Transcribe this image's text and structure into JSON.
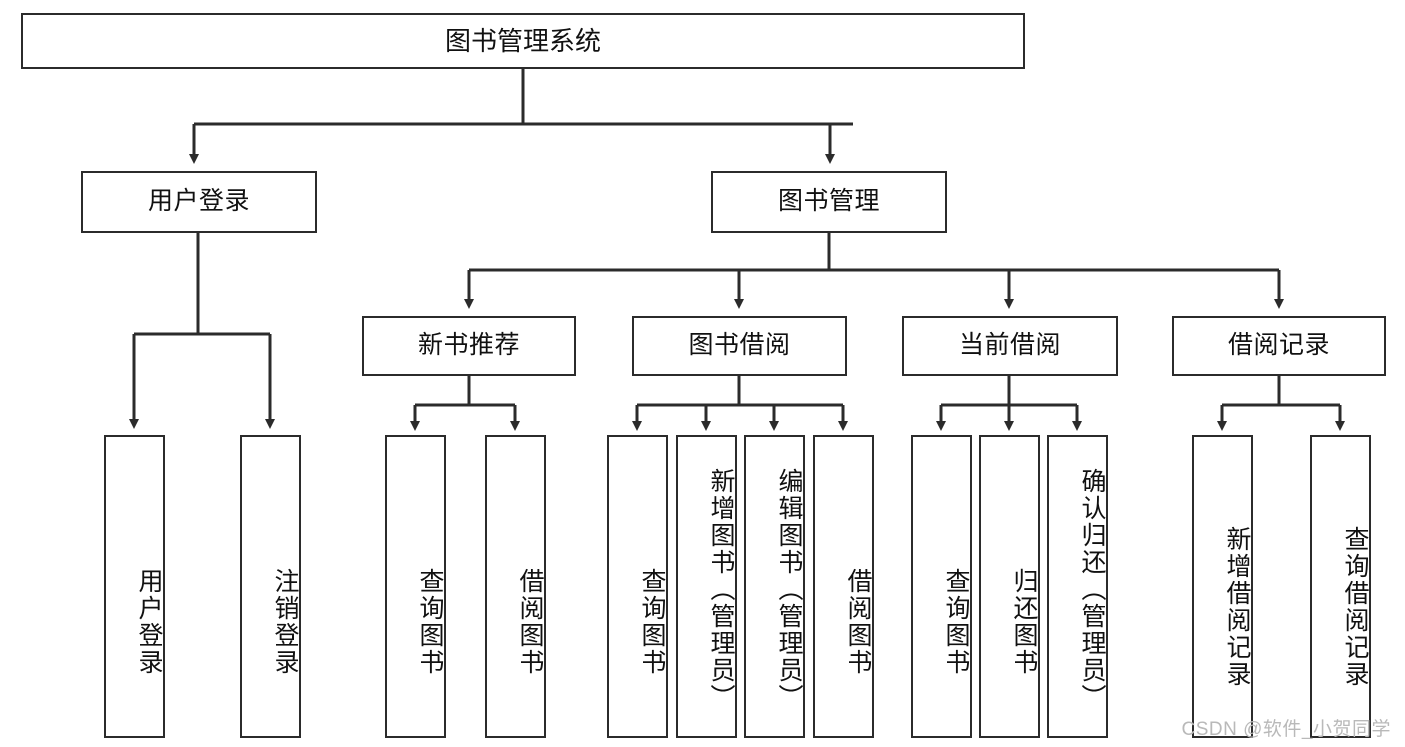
{
  "diagram": {
    "type": "hierarchical-tree",
    "title": "图书管理系统",
    "levels": 4,
    "root": {
      "label": "图书管理系统"
    },
    "level2": [
      {
        "label": "用户登录"
      },
      {
        "label": "图书管理"
      }
    ],
    "level3": [
      {
        "label": "新书推荐"
      },
      {
        "label": "图书借阅"
      },
      {
        "label": "当前借阅"
      },
      {
        "label": "借阅记录"
      }
    ],
    "leaves": {
      "user_login": [
        {
          "label": "用户登录"
        },
        {
          "label": "注销登录"
        }
      ],
      "new_book_recommend": [
        {
          "label": "查询图书"
        },
        {
          "label": "借阅图书"
        }
      ],
      "book_borrow": [
        {
          "label": "查询图书"
        },
        {
          "label": "新增图书（管理员）"
        },
        {
          "label": "编辑图书（管理员）"
        },
        {
          "label": "借阅图书"
        }
      ],
      "current_borrow": [
        {
          "label": "查询图书"
        },
        {
          "label": "归还图书"
        },
        {
          "label": "确认归还（管理员）"
        }
      ],
      "borrow_record": [
        {
          "label": "新增借阅记录"
        },
        {
          "label": "查询借阅记录"
        }
      ]
    }
  },
  "watermark": {
    "text": "CSDN @软件_小贺同学"
  },
  "colors": {
    "stroke": "#2b2b2b",
    "fill": "#ffffff",
    "text": "#111111",
    "watermark": "#b9b9b9"
  }
}
